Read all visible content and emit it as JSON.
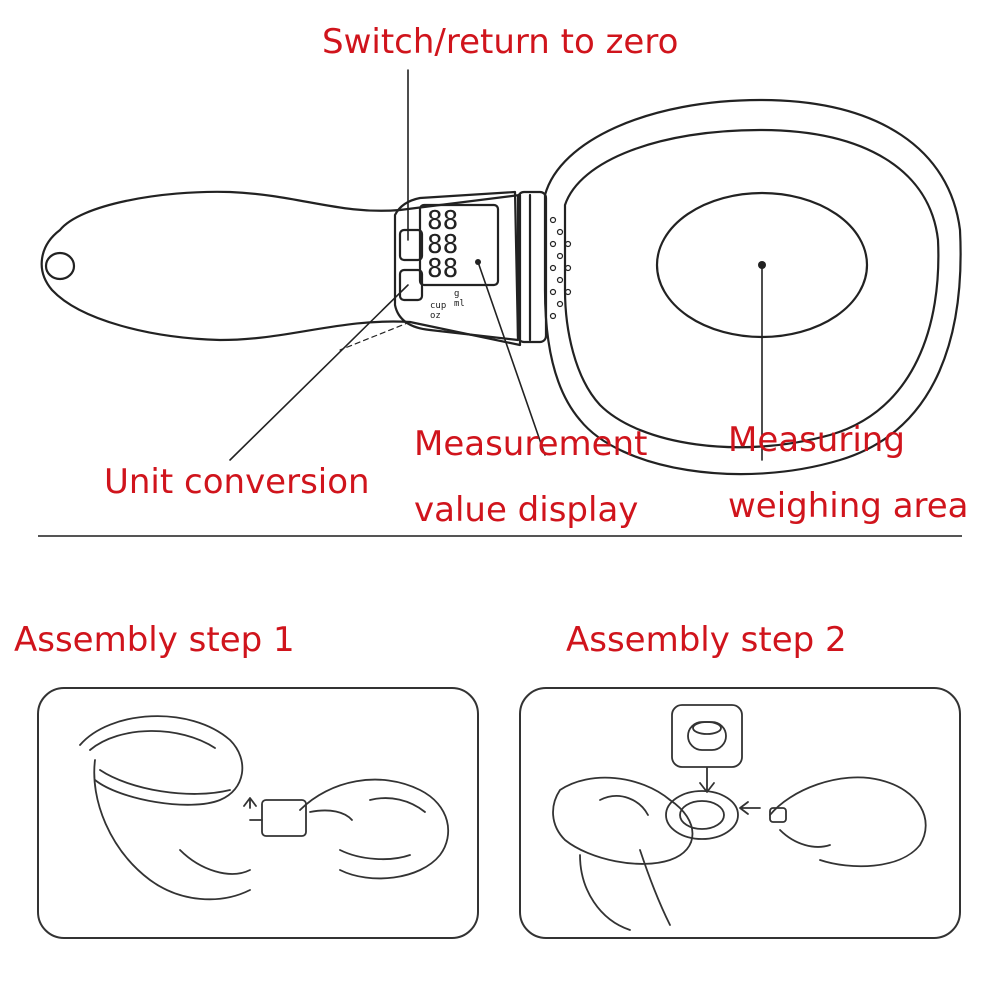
{
  "labels": {
    "switch_zero": "Switch/return to zero",
    "unit_conversion": "Unit conversion",
    "measurement_display_1": "Measurement",
    "measurement_display_2": "value display",
    "measuring_area_1": "Measuring",
    "measuring_area_2": "weighing area",
    "assembly_step_1": "Assembly step 1",
    "assembly_step_2": "Assembly step 2"
  },
  "display": {
    "digits_row_1": "88",
    "digits_row_2": "88",
    "digits_row_3": "88",
    "unit_gml": "g\nml",
    "unit_cup": "cup\noz"
  },
  "colors": {
    "label": "#d0141c",
    "line": "#222222",
    "divider": "#555555"
  }
}
